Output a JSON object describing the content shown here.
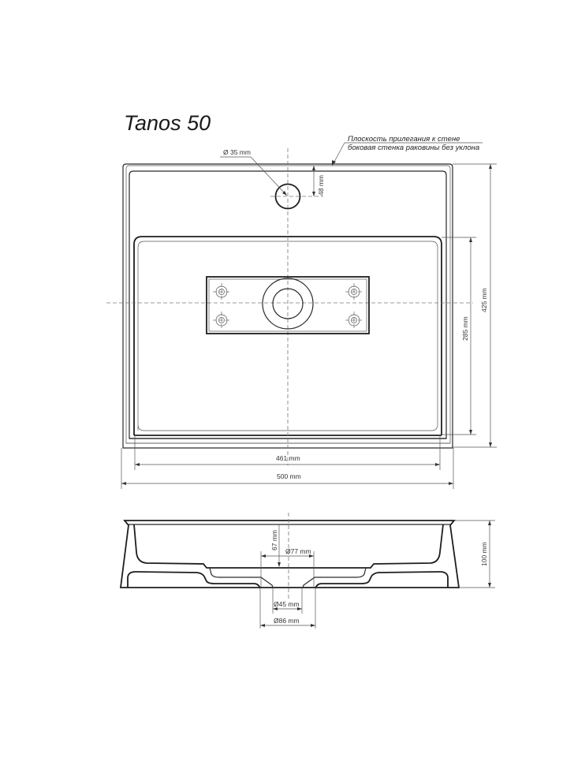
{
  "title": "Tanos 50",
  "wall_note": {
    "line1": "Плоскость прилегания к стене",
    "line2": "боковая стенка раковины без уклона"
  },
  "top_view": {
    "tap_hole_diameter": "Ø 35 mm",
    "tap_hole_offset": "48 mm",
    "bowl_width": "461 mm",
    "overall_width": "500 mm",
    "bowl_depth": "285 mm",
    "overall_depth": "425 mm"
  },
  "side_view": {
    "bowl_height": "67 mm",
    "drain_top_diameter": "Ø77 mm",
    "drain_inner_diameter": "Ø45 mm",
    "drain_outer_diameter": "Ø86 mm",
    "overall_height": "100 mm"
  },
  "colors": {
    "line": "#1e1e1e",
    "centerline": "#777777",
    "background": "#ffffff"
  }
}
